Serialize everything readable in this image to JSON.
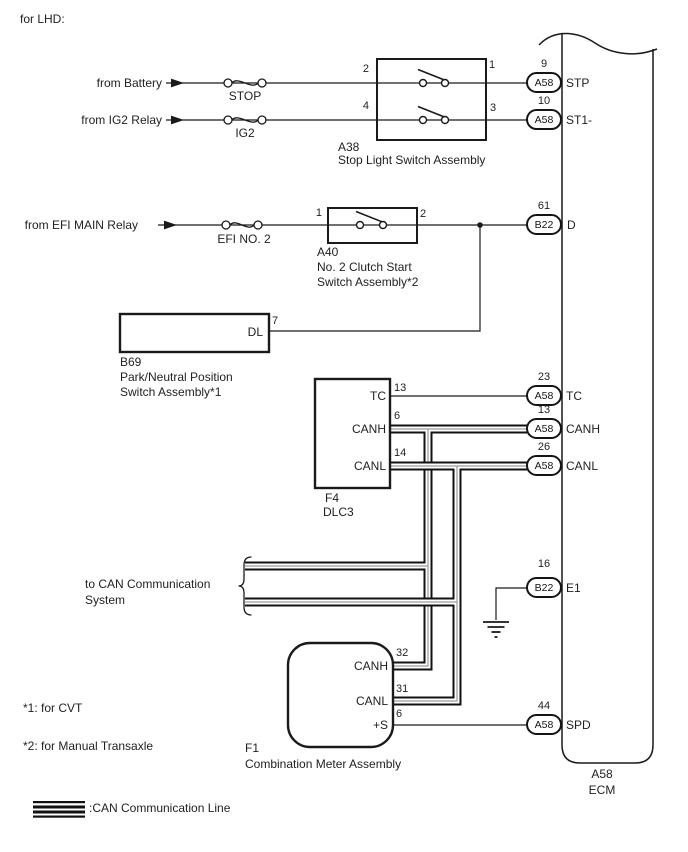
{
  "header": {
    "variant_label": "for LHD:"
  },
  "sources": {
    "battery": "from Battery",
    "ig2_relay": "from IG2 Relay",
    "efi_main_relay": "from EFI MAIN Relay"
  },
  "fuses": {
    "stop": "STOP",
    "ig2": "IG2",
    "efi_no2": "EFI NO. 2"
  },
  "stop_light_switch": {
    "code": "A38",
    "name": "Stop Light Switch Assembly",
    "pin_top_left": "2",
    "pin_top_right": "1",
    "pin_bottom_left": "4",
    "pin_bottom_right": "3"
  },
  "clutch_start_switch": {
    "code": "A40",
    "name_line1": "No. 2 Clutch Start",
    "name_line2": "Switch Assembly*2",
    "pin_left": "1",
    "pin_right": "2"
  },
  "pnp_switch": {
    "code": "B69",
    "name_line1": "Park/Neutral Position",
    "name_line2": "Switch Assembly*1",
    "terminal": "DL",
    "pin": "7"
  },
  "dlc3": {
    "code": "F4",
    "name": "DLC3",
    "tc": {
      "terminal": "TC",
      "pin": "13"
    },
    "canh": {
      "terminal": "CANH",
      "pin": "6"
    },
    "canl": {
      "terminal": "CANL",
      "pin": "14"
    }
  },
  "meter": {
    "code": "F1",
    "name": "Combination Meter Assembly",
    "canh": {
      "terminal": "CANH",
      "pin": "32"
    },
    "canl": {
      "terminal": "CANL",
      "pin": "31"
    },
    "plus_s": {
      "terminal": "+S",
      "pin": "6"
    }
  },
  "ecm": {
    "code": "A58",
    "name": "ECM",
    "pins": {
      "stp": {
        "pin": "9",
        "connector": "A58",
        "terminal": "STP"
      },
      "st1": {
        "pin": "10",
        "connector": "A58",
        "terminal": "ST1-"
      },
      "d": {
        "pin": "61",
        "connector": "B22",
        "terminal": "D"
      },
      "tc": {
        "pin": "23",
        "connector": "A58",
        "terminal": "TC"
      },
      "canh": {
        "pin": "13",
        "connector": "A58",
        "terminal": "CANH"
      },
      "canl": {
        "pin": "26",
        "connector": "A58",
        "terminal": "CANL"
      },
      "e1": {
        "pin": "16",
        "connector": "B22",
        "terminal": "E1"
      },
      "spd": {
        "pin": "44",
        "connector": "A58",
        "terminal": "SPD"
      }
    }
  },
  "can_system_label": {
    "line1": "to CAN Communication",
    "line2": "System"
  },
  "notes": {
    "note1": "*1: for CVT",
    "note2": "*2: for Manual Transaxle"
  },
  "legend": {
    "can_line": ":CAN Communication Line"
  }
}
